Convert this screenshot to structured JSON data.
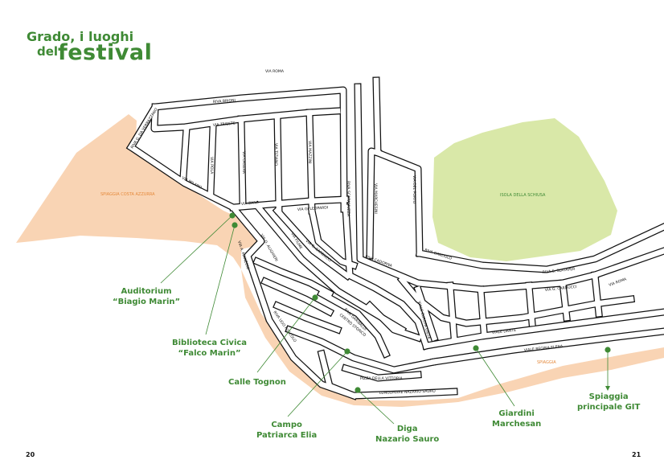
{
  "title": {
    "line1": "Grado, i luoghi",
    "line2_small": "del",
    "line2_big": "festival"
  },
  "colors": {
    "green": "#3f8a35",
    "beach": "#f9d4b4",
    "park": "#d9e8a8",
    "road": "#ffffff",
    "road_outline": "#111111",
    "orange_label": "#e58a3c"
  },
  "areas": {
    "spiaggia_costa_azzurra": "SPIAGGIA COSTA AZZURRA",
    "isola_della_schiusa": "ISOLA DELLA SCHIUSA",
    "spiaggia": "SPIAGGIA"
  },
  "streets": {
    "via_roma_top": "VIA ROMA",
    "riva_brioni": "RIVA BRIONI",
    "riva_verrazzano": "RIVA G. DA VERRAZZANO",
    "via_trieste": "VIA TRIESTE",
    "via_milano": "VIA MILANO",
    "via_zara": "VIA ZARA",
    "via_leopardi": "VIA G. LEOPARDI",
    "via_fiume": "VIA FIUME",
    "via_d_alighieri": "VIA D. ALIGHIERI",
    "via_carducci_left": "VIA G. CARDUCCI",
    "via_orsera": "VIA ORSERA",
    "via_pola": "VIA POLA",
    "riva_scaramuzza": "RIVA SCARAMUZZA",
    "via_marchesini": "VIA MARCHESINI",
    "via_del_porto": "VIA DEL PORTO",
    "riva_cadorna": "RIVA CADORNA",
    "via_manzoni": "VIA A. MANZONI",
    "riva_dandolo": "RIVA DANDOLO",
    "riva_garibaldi": "RIVA GARIBALDI",
    "riva_slataper": "RIVA S. SLATAPER",
    "via_roma_right": "VIA ROMA",
    "via_carducci_right": "VIA G. CARDUCCI",
    "viale_dante": "VIALE DANTE",
    "viale_regina_elena": "VIALE REGINA ELENA",
    "viale europa unita": "VIALE EUROPA UNITA",
    "riva_ugo_foscolo": "RIVA UGO FOSCOLO",
    "lungomare_nazario_sauro": "LUNGOMARE NAZARIO SAURO",
    "centro_storico": "CENTRO STORICO",
    "piazza_della_vittoria": "PIZZA DELLA VITTORIA",
    "via_tiziano": "VIA TIZIANO",
    "via_mazzini": "VIA MAZZINI"
  },
  "places": [
    {
      "id": "auditorium",
      "line1": "Auditorium",
      "line2": "“Biagio Marin”"
    },
    {
      "id": "biblioteca",
      "line1": "Biblioteca Civica",
      "line2": "“Falco Marin”"
    },
    {
      "id": "calle_tognon",
      "line1": "Calle Tognon",
      "line2": ""
    },
    {
      "id": "campo",
      "line1": "Campo",
      "line2": "Patriarca Elia"
    },
    {
      "id": "diga",
      "line1": "Diga",
      "line2": "Nazario Sauro"
    },
    {
      "id": "giardini",
      "line1": "Giardini",
      "line2": "Marchesan"
    },
    {
      "id": "spiaggia_git",
      "line1": "Spiaggia",
      "line2": "principale GIT"
    }
  ],
  "pages": {
    "left": "20",
    "right": "21"
  }
}
